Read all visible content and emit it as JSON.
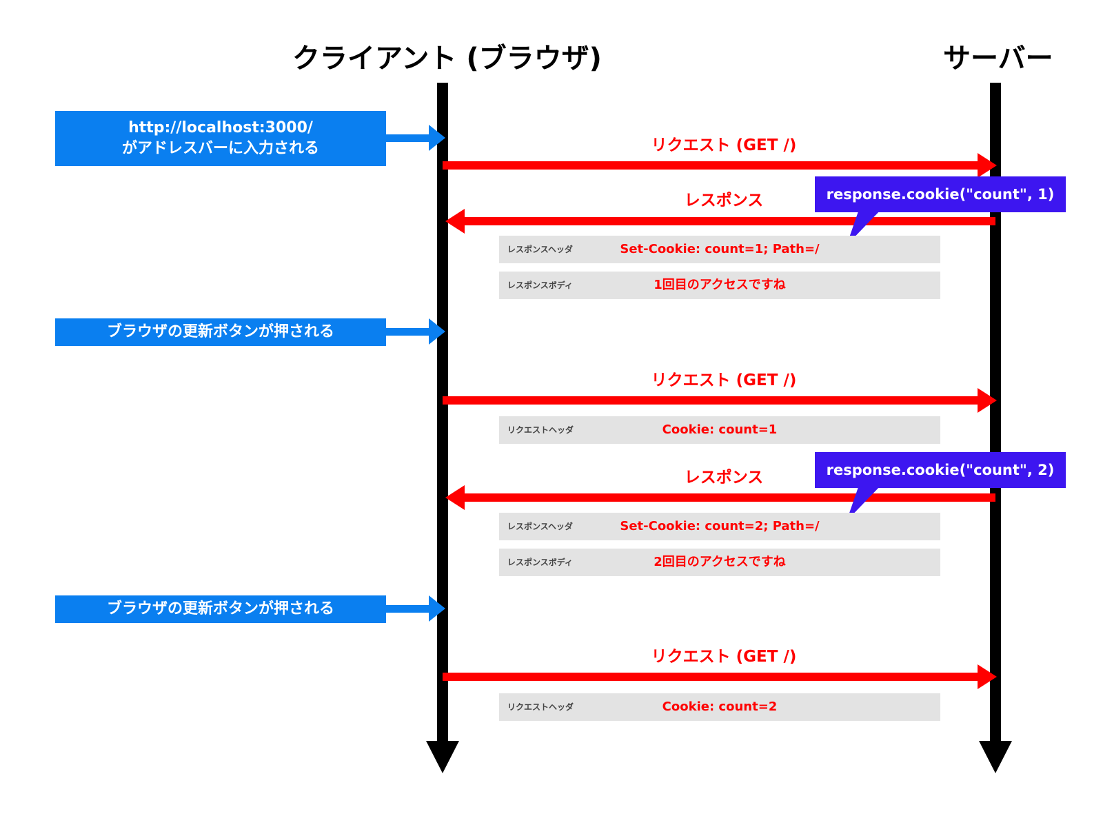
{
  "colors": {
    "lifeline": "#000000",
    "event_bg": "#0a7ff0",
    "message": "#ff0000",
    "detail_bg": "#e3e3e3",
    "detail_label": "#444444",
    "callout_bg": "#3d16f0"
  },
  "actors": {
    "client": "クライアント (ブラウザ)",
    "server": "サーバー"
  },
  "events": [
    {
      "line1": "http://localhost:3000/",
      "line2": "がアドレスバーに入力される"
    },
    {
      "line1": "ブラウザの更新ボタンが押される",
      "line2": ""
    },
    {
      "line1": "ブラウザの更新ボタンが押される",
      "line2": ""
    }
  ],
  "messages": [
    {
      "label": "リクエスト (GET /)",
      "direction": "to-server"
    },
    {
      "label": "レスポンス",
      "direction": "to-client"
    },
    {
      "label": "リクエスト (GET /)",
      "direction": "to-server"
    },
    {
      "label": "レスポンス",
      "direction": "to-client"
    },
    {
      "label": "リクエスト (GET /)",
      "direction": "to-server"
    }
  ],
  "details": [
    {
      "label": "レスポンスヘッダ",
      "value": "Set-Cookie: count=1; Path=/"
    },
    {
      "label": "レスポンスボディ",
      "value": "1回目のアクセスですね"
    },
    {
      "label": "リクエストヘッダ",
      "value": "Cookie: count=1"
    },
    {
      "label": "レスポンスヘッダ",
      "value": "Set-Cookie: count=2; Path=/"
    },
    {
      "label": "レスポンスボディ",
      "value": "2回目のアクセスですね"
    },
    {
      "label": "リクエストヘッダ",
      "value": "Cookie: count=2"
    }
  ],
  "callouts": [
    {
      "text": "response.cookie(\"count\", 1)"
    },
    {
      "text": "response.cookie(\"count\", 2)"
    }
  ]
}
